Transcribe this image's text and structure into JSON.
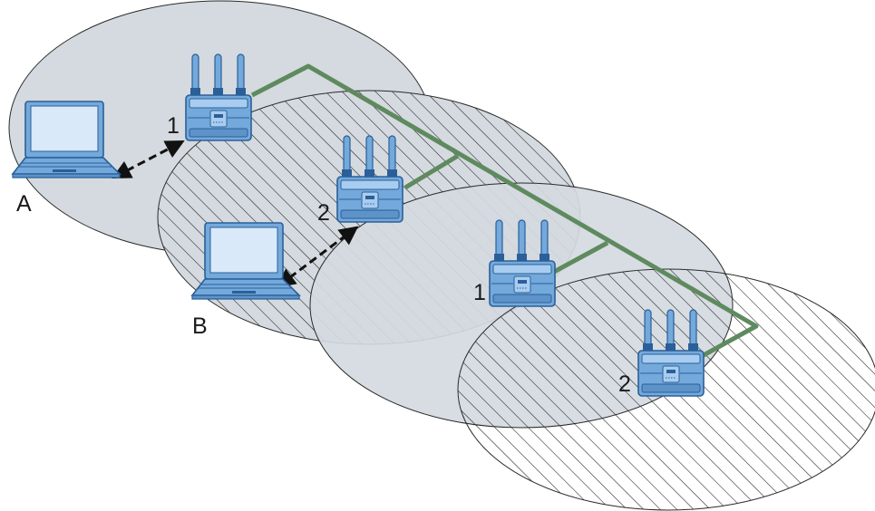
{
  "colors": {
    "cell_gray": "#d4dadf",
    "cell_stroke": "#2b2b2b",
    "hatch": "#1e1e1e",
    "backbone": "#5f8a5f",
    "device_blue": "#74a9dc",
    "device_blue_dark": "#2b5f98",
    "device_blue_light": "#a9cdf0",
    "link_arrow": "#111111"
  },
  "labels": {
    "laptop_a": "A",
    "laptop_b": "B",
    "ap1": "1",
    "ap2": "2",
    "ap3": "1",
    "ap4": "2"
  },
  "icons": {
    "access_point": "wireless-access-point-icon",
    "laptop": "laptop-icon"
  }
}
